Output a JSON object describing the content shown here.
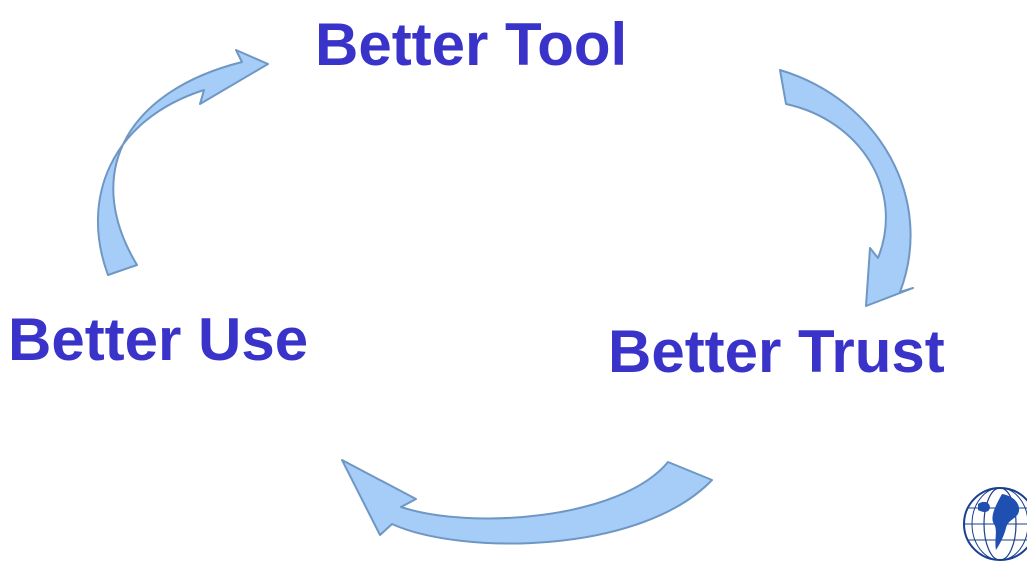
{
  "cycle": {
    "top_label": "Better Tool",
    "left_label": "Better Use",
    "right_label": "Better Trust"
  },
  "colors": {
    "label_text": "#3a33c9",
    "arrow_fill": "#a6cdf7",
    "arrow_stroke": "#6f97c4"
  },
  "logo": {
    "icon": "globe-logo-icon"
  }
}
